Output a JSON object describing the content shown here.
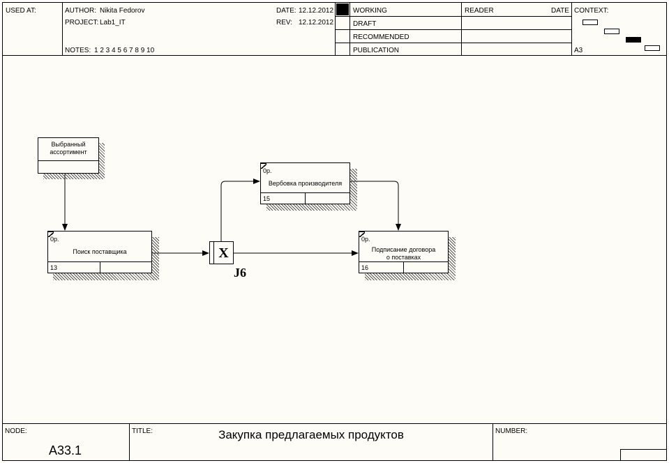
{
  "header": {
    "used_at_label": "USED AT:",
    "author_label": "AUTHOR:",
    "author": "Nikita Fedorov",
    "project_label": "PROJECT:",
    "project": "Lab1_IT",
    "notes_label": "NOTES:",
    "notes": "1  2  3  4  5  6  7  8  9  10",
    "date_label": "DATE:",
    "date": "12.12.2012",
    "rev_label": "REV:",
    "rev": "12.12.2012",
    "status": [
      "WORKING",
      "DRAFT",
      "RECOMMENDED",
      "PUBLICATION"
    ],
    "status_selected": "WORKING",
    "reader_label": "READER",
    "reader_date_label": "DATE",
    "context_label": "CONTEXT:",
    "context_id": "A3"
  },
  "diagram": {
    "referent": {
      "name": "Выбранный\nассортимент"
    },
    "units": [
      {
        "op": "0р.",
        "name": "Поиск поставщика",
        "number": "13"
      },
      {
        "op": "0р.",
        "name": "Вербовка производителя",
        "number": "15"
      },
      {
        "op": "0р.",
        "name": "Подписание договора\nо поставках",
        "number": "16"
      }
    ],
    "junction": {
      "symbol": "X",
      "label": "J6"
    }
  },
  "footer": {
    "node_label": "NODE:",
    "node": "A33.1",
    "title_label": "TITLE:",
    "title": "Закупка предлагаемых продуктов",
    "number_label": "NUMBER:"
  },
  "colors": {
    "background": "#fdfcf6",
    "line": "#000000"
  }
}
